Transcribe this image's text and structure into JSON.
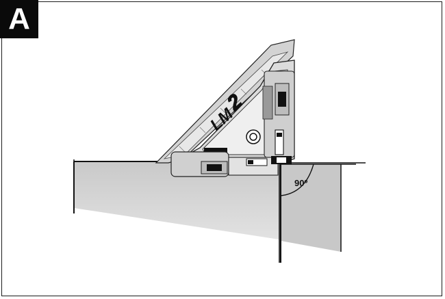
{
  "figure": {
    "label": "A"
  },
  "device": {
    "brand": "LM",
    "model_number": "2"
  },
  "annotation": {
    "angle": "90º"
  }
}
